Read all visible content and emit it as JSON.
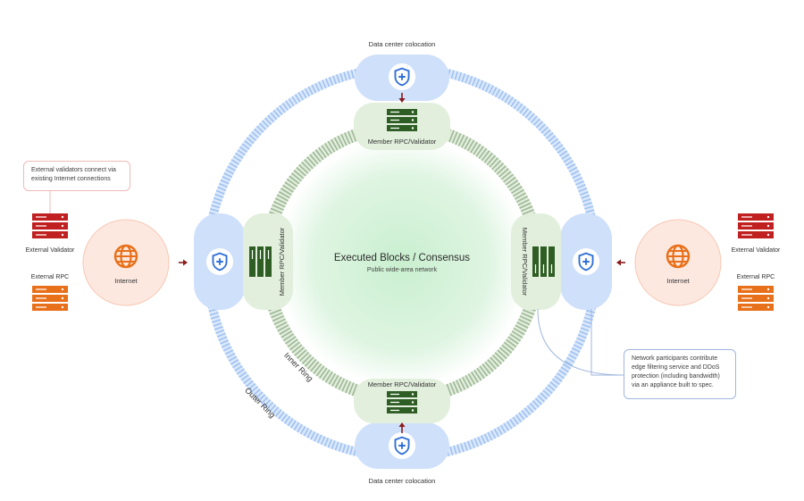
{
  "center": {
    "title": "Executed Blocks / Consensus",
    "subtitle": "Public wide-area network"
  },
  "rings": {
    "inner_label": "Inner Ring",
    "outer_label": "Outer Ring"
  },
  "nodes": {
    "top_colocation": "Data center colocation",
    "bottom_colocation": "Data center colocation",
    "member_label": "Member RPC/Validator"
  },
  "left": {
    "internet": "Internet",
    "external_validator": "External Validator",
    "external_rpc": "External RPC",
    "note": "External validators connect via existing Internet connections"
  },
  "right": {
    "internet": "Internet",
    "external_validator": "External Validator",
    "external_rpc": "External RPC",
    "note": "Network participants contribute edge filtering service and DDoS protection (including bandwidth) via an appliance built to spec."
  },
  "colors": {
    "blue_pill": "#cfe0fb",
    "green_node": "#e2efdd",
    "server_green": "#2f5e25",
    "server_red": "#c0201f",
    "server_orange": "#e8701a",
    "internet_fill": "#fde8e0",
    "arrow_red": "#8b1a1a",
    "shield_blue": "#2f6fd6"
  },
  "icons": {
    "shield": "shield-icon",
    "globe": "globe-icon",
    "server": "server-rack-icon"
  }
}
